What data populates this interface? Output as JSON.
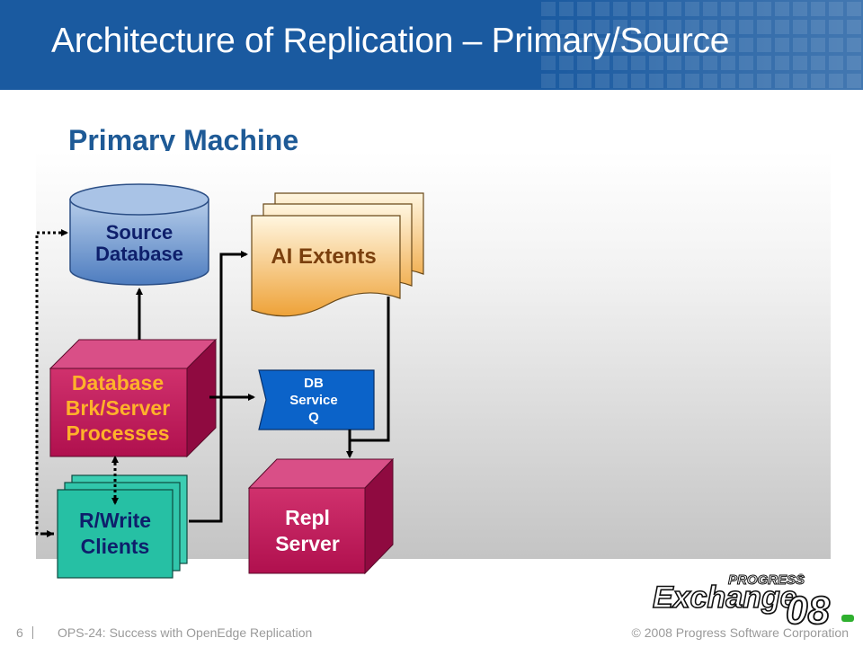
{
  "slide": {
    "title": "Architecture of Replication – Primary/Source",
    "subtitle": "Primary Machine"
  },
  "diagram": {
    "source_database": {
      "line1": "Source",
      "line2": "Database"
    },
    "ai_extents": {
      "label": "AI Extents"
    },
    "broker": {
      "line1": "Database",
      "line2": "Brk/Server",
      "line3": "Processes"
    },
    "service_queue": {
      "line1": "DB",
      "line2": "Service",
      "line3": "Q"
    },
    "clients": {
      "line1": "R/Write",
      "line2": "Clients"
    },
    "repl_server": {
      "line1": "Repl",
      "line2": "Server"
    }
  },
  "footer": {
    "page_number": "6",
    "session": "OPS-24: Success with OpenEdge Replication",
    "copyright": "© 2008 Progress Software Corporation"
  },
  "logo": {
    "brand": "PROGRESS",
    "registered": "®",
    "word": "Exchange",
    "year": "08"
  },
  "colors": {
    "header_blue": "#1a5aa0",
    "database_blue": "#5b86c2",
    "broker_magenta": "#c2185b",
    "ai_orange": "#f2b04a",
    "queue_blue": "#0b63c9",
    "clients_teal": "#26c0a4"
  }
}
